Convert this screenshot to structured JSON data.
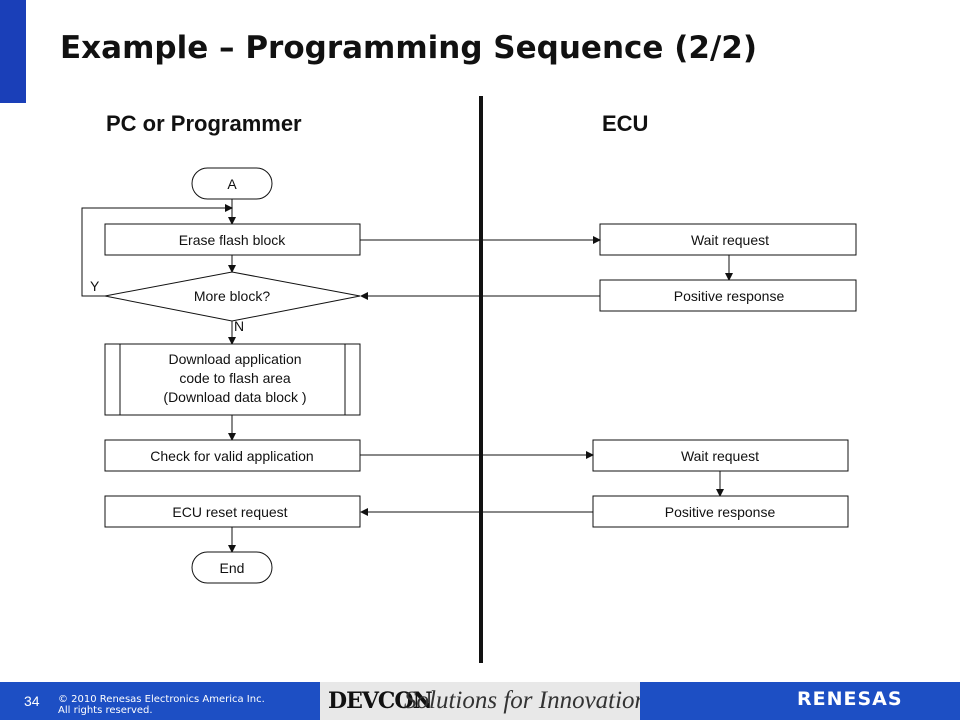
{
  "slide": {
    "title": "Example – Programming Sequence (2/2)",
    "page_number": "34",
    "copyright_line1": "© 2010 Renesas Electronics America Inc.",
    "copyright_line2": "All rights reserved.",
    "footer_brand": "DEVCON",
    "footer_tagline": "Solutions for Innovation",
    "footer_logo": "RENESAS"
  },
  "columns": {
    "left_heading": "PC or Programmer",
    "right_heading": "ECU"
  },
  "flow": {
    "start": "A",
    "erase": "Erase flash block",
    "decision": "More block?",
    "yes_label": "Y",
    "no_label": "N",
    "download_line1": "Download application",
    "download_line2": "code to flash area",
    "download_line3": "(Download data block )",
    "check": "Check for valid application",
    "reset": "ECU reset request",
    "end": "End"
  },
  "ecu": {
    "wait_request_1": "Wait request",
    "positive_response_1": "Positive response",
    "wait_request_2": "Wait request",
    "positive_response_2": "Positive response"
  },
  "colors": {
    "brand_blue": "#1d4fc4",
    "accent_blue": "#1a3fb8"
  }
}
